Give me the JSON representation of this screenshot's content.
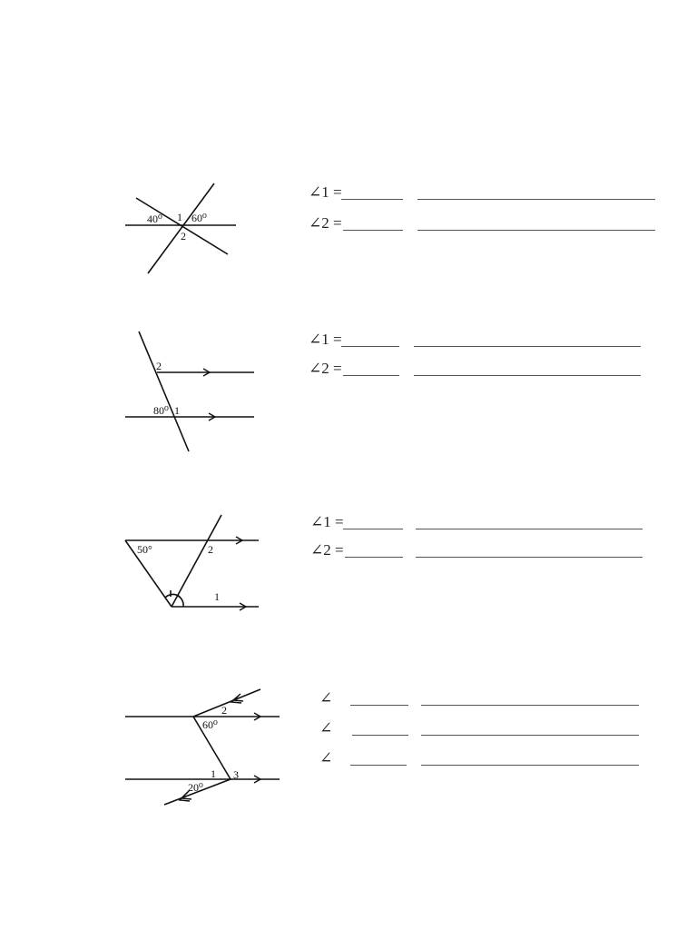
{
  "problems": [
    {
      "figure": {
        "labels": [
          "40⁰",
          "1",
          "60⁰",
          "2"
        ]
      },
      "answers": [
        {
          "label": "∠1 ="
        },
        {
          "label": "∠2 ="
        }
      ]
    },
    {
      "figure": {
        "labels": [
          "2",
          "80⁰",
          "1"
        ]
      },
      "answers": [
        {
          "label": "∠1 ="
        },
        {
          "label": "∠2 ="
        }
      ]
    },
    {
      "figure": {
        "labels": [
          "50°",
          "2",
          "1"
        ]
      },
      "answers": [
        {
          "label": "∠1 ="
        },
        {
          "label": "∠2 ="
        }
      ]
    },
    {
      "figure": {
        "labels": [
          "2",
          "60⁰",
          "1",
          "3",
          "20⁰"
        ]
      },
      "answers": [
        {
          "label": "∠"
        },
        {
          "label": "∠"
        },
        {
          "label": "∠"
        }
      ]
    }
  ]
}
